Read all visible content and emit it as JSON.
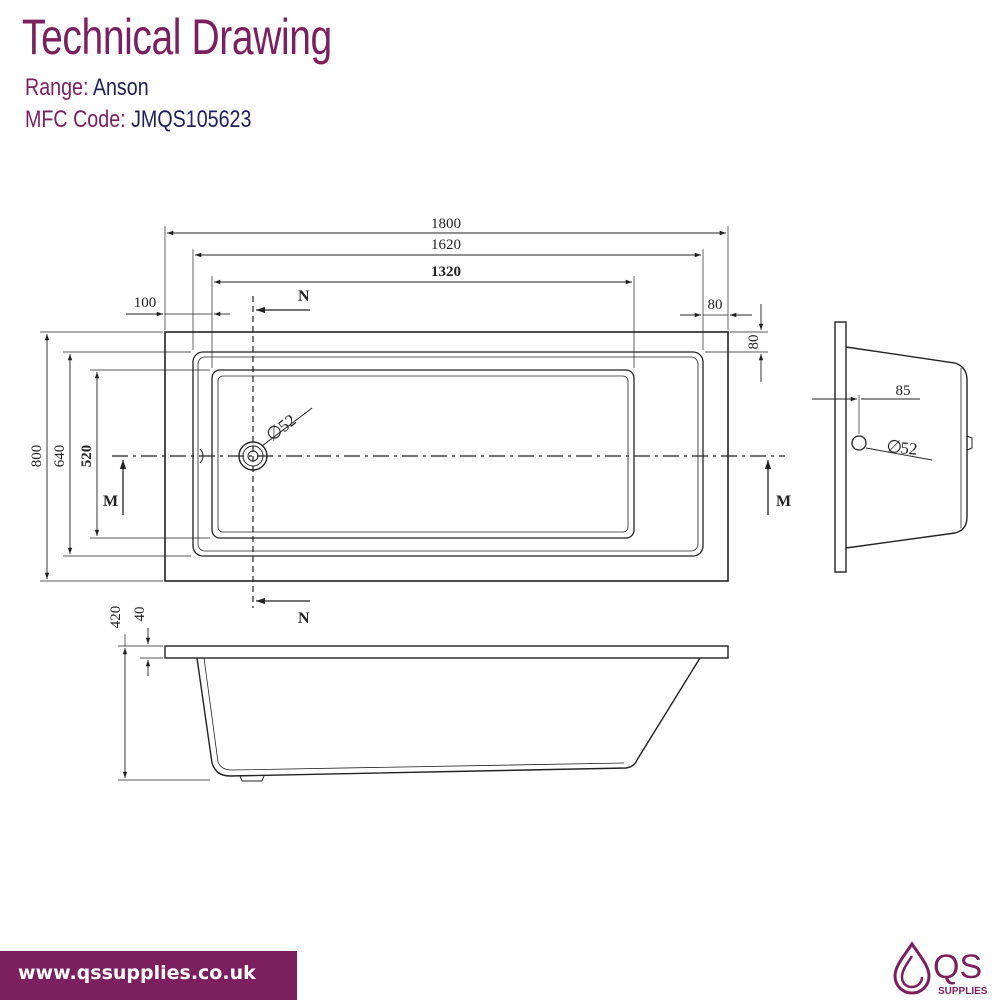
{
  "header": {
    "title": "Technical Drawing",
    "range_label": "Range:",
    "range_value": "Anson",
    "mfc_label": "MFC Code:",
    "mfc_value": "JMQS105623"
  },
  "plan_view": {
    "dims": {
      "overall_length": "1800",
      "inner_length": "1620",
      "base_length": "1320",
      "left_offset": "100",
      "right_offset": "80",
      "top_offset": "80",
      "overall_width": "800",
      "inner_width": "640",
      "base_width": "520",
      "waste_diameter": "52"
    },
    "section_labels": {
      "n_top": "N",
      "n_bottom": "N",
      "m_left": "M",
      "m_right": "M"
    }
  },
  "side_view": {
    "dims": {
      "overflow_offset": "85",
      "overflow_diameter": "52"
    }
  },
  "elevation_view": {
    "dims": {
      "height": "420",
      "rim_thickness": "40"
    }
  },
  "footer": {
    "website": "www.qssupplies.co.uk"
  },
  "logo": {
    "text": "QS",
    "subtext": "SUPPLIES",
    "icon": "drop-logo-icon"
  },
  "colors": {
    "brand": "#7b1f5e",
    "navy": "#1e1e5a",
    "line": "#222222"
  }
}
